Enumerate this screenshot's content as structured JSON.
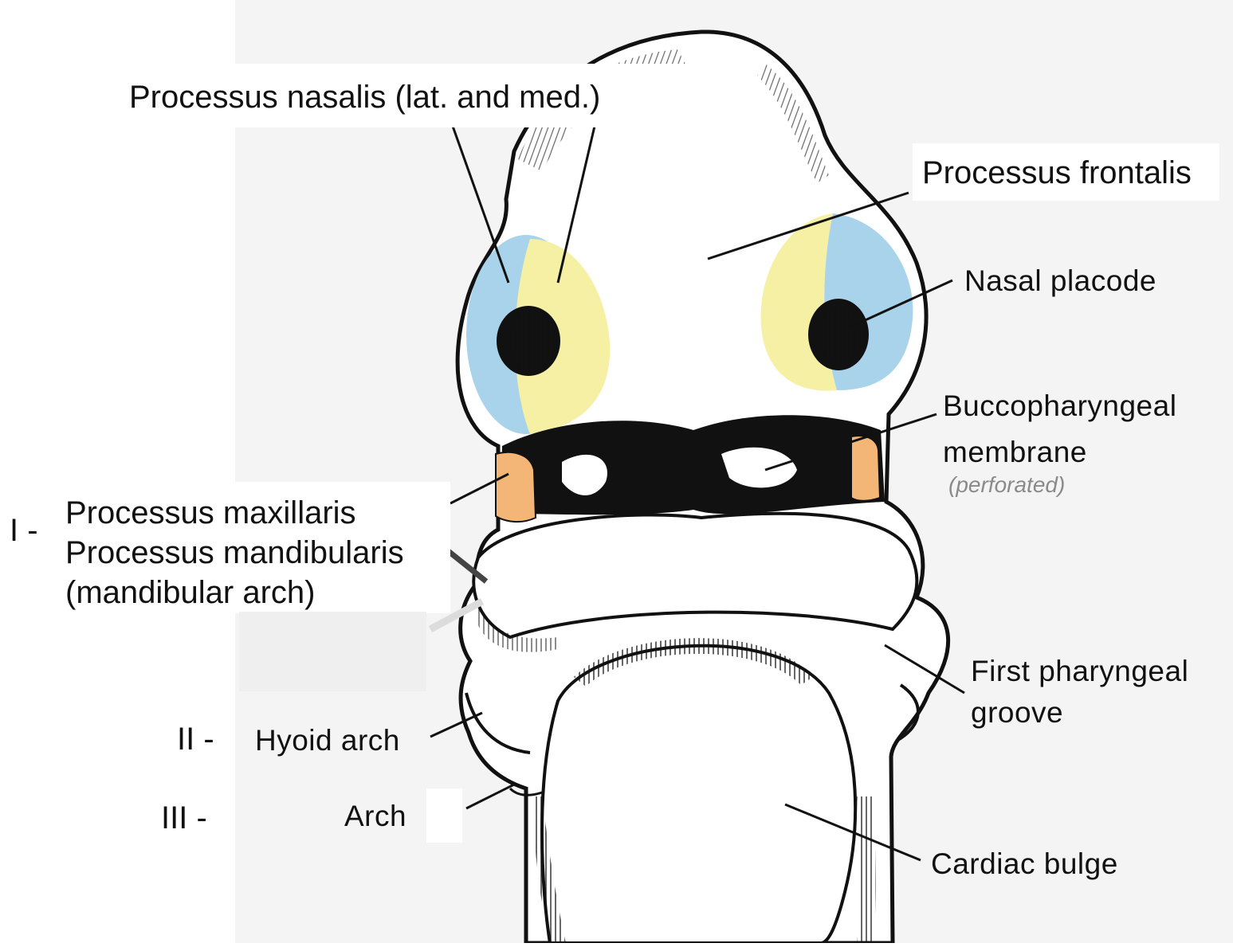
{
  "labels": {
    "nasal_processes": "Processus nasalis (lat. and med.)",
    "frontal_process": "Processus frontalis",
    "nasal_placode": "Nasal placode",
    "bucco_line1": "Buccopharyngeal",
    "bucco_line2": "membrane",
    "bucco_note": "(perforated)",
    "maxillary": "Processus maxillaris",
    "mandibular": "Processus mandibularis",
    "mandibular_arch": "(mandibular arch)",
    "first_groove_line1": "First pharyngeal",
    "first_groove_line2": "groove",
    "hyoid_arch": "Hyoid arch",
    "arch": "Arch",
    "cardiac_bulge": "Cardiac bulge"
  },
  "arch_numerals": {
    "first": "I -",
    "second": "II -",
    "third": "III -"
  },
  "colors": {
    "lateral_nasal": "#a9d3ea",
    "medial_nasal": "#f6f0a4",
    "maxillary": "#f4b677",
    "outline": "#111111",
    "background_tint": "#f2f2f2"
  }
}
